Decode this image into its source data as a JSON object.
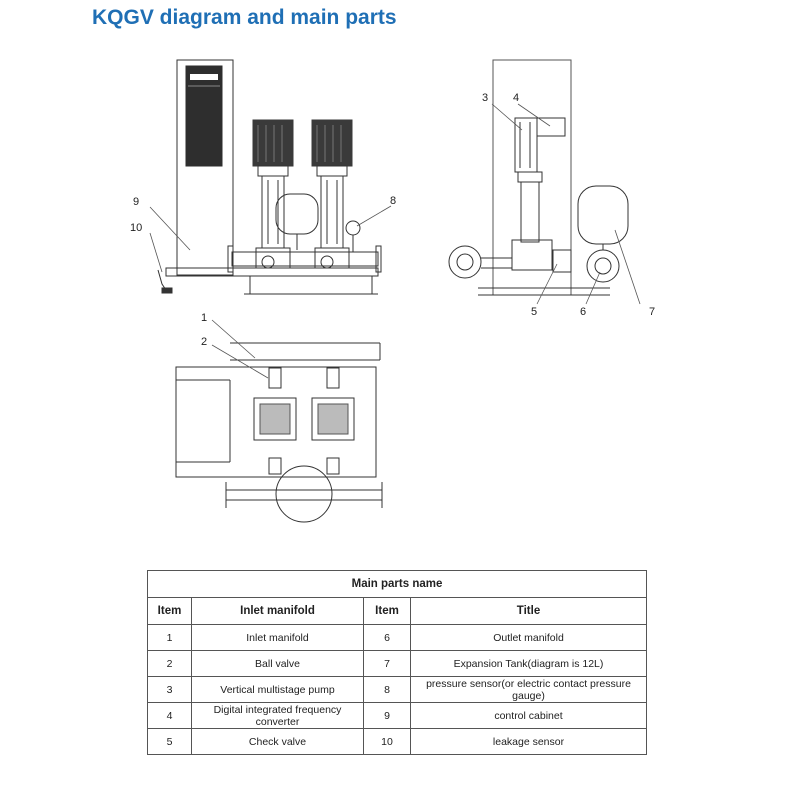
{
  "title": "KQGV diagram and main parts",
  "callouts": [
    "1",
    "2",
    "3",
    "4",
    "5",
    "6",
    "7",
    "8",
    "9",
    "10"
  ],
  "table": {
    "caption": "Main parts name",
    "headers": [
      "Item",
      "Inlet manifold",
      "Item",
      "Title"
    ],
    "rows": [
      {
        "item_a": "1",
        "name_a": "Inlet manifold",
        "item_b": "6",
        "name_b": "Outlet manifold"
      },
      {
        "item_a": "2",
        "name_a": "Ball valve",
        "item_b": "7",
        "name_b": "Expansion Tank(diagram is 12L)"
      },
      {
        "item_a": "3",
        "name_a": "Vertical multistage pump",
        "item_b": "8",
        "name_b": "pressure sensor(or electric contact pressure gauge)"
      },
      {
        "item_a": "4",
        "name_a": "Digital integrated frequency converter",
        "item_b": "9",
        "name_b": "control cabinet"
      },
      {
        "item_a": "5",
        "name_a": "Check valve",
        "item_b": "10",
        "name_b": "leakage sensor"
      }
    ]
  },
  "colors": {
    "title": "#1f6fb5",
    "line": "#333333",
    "motor": "#3a3a3a"
  }
}
